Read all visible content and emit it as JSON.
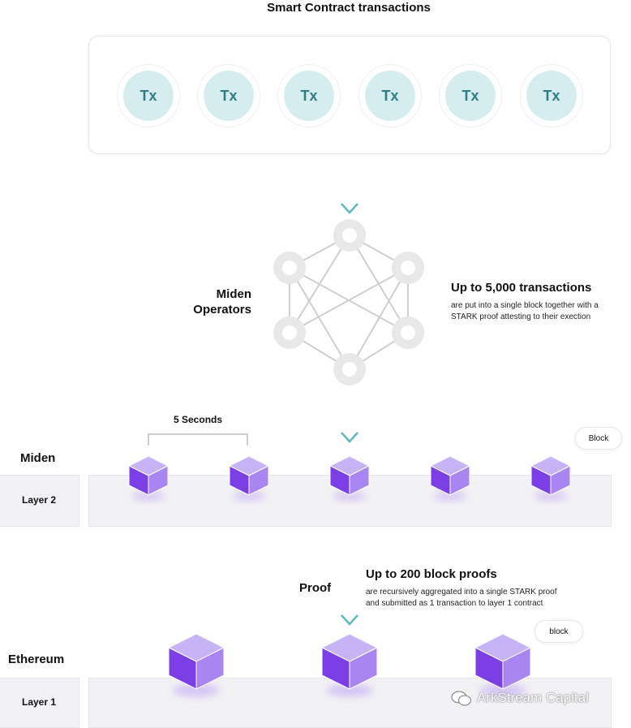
{
  "header": {
    "title": "Smart Contract transactions"
  },
  "transactions": {
    "items": [
      "Tx",
      "Tx",
      "Tx",
      "Tx",
      "Tx",
      "Tx"
    ]
  },
  "operators": {
    "label_line1": "Miden",
    "label_line2": "Operators",
    "capacity_title": "Up to 5,000 transactions",
    "capacity_desc_line1": "are put into a single block together with a",
    "capacity_desc_line2": "STARK proof attesting to their exection"
  },
  "layer2": {
    "network": "Miden",
    "layer_label": "Layer 2",
    "interval_label": "5 Seconds",
    "block_tag": "Block"
  },
  "proof": {
    "label": "Proof",
    "title": "Up to 200 block proofs",
    "desc_line1": "are recursively aggregated into a single STARK proof",
    "desc_line2": "and submitted as 1 transaction to layer 1 contract"
  },
  "layer1": {
    "network": "Ethereum",
    "layer_label": "Layer 1",
    "block_tag": "block"
  },
  "watermark": "ArkStream Capital",
  "colors": {
    "tx_fill": "#d6edf0",
    "tx_text": "#2f7e86",
    "arrow": "#5fb7c0",
    "cube_top": "#c7b4f7",
    "cube_left": "#7c3fe6",
    "cube_right": "#a985f2"
  }
}
